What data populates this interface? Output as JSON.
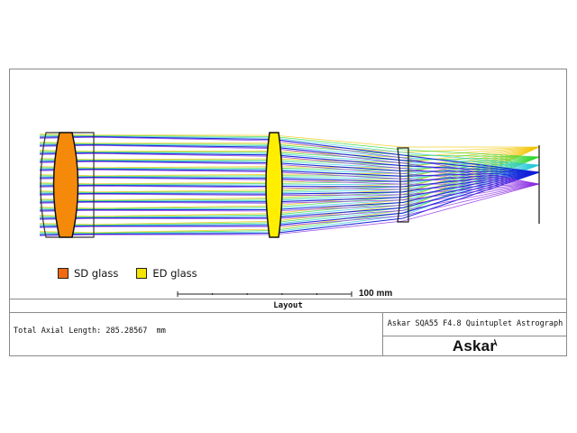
{
  "diagram": {
    "title": "Layout",
    "system_name": "Askar SQA55 F4.8 Quintuplet Astrograph",
    "total_axial_length_label": "Total Axial Length:",
    "total_axial_length_value": "285.28567",
    "total_axial_length_unit": "mm",
    "scale_bar_label": "100 mm",
    "brand_logo_text": "Askar",
    "legend": [
      {
        "label": "SD glass",
        "color": "#f26a10"
      },
      {
        "label": "ED glass",
        "color": "#f5e400"
      }
    ],
    "elements": [
      {
        "name": "front-doublet-group",
        "glass": "SD glass",
        "fill": "#f58a0a"
      },
      {
        "name": "middle-ed-lens",
        "glass": "ED glass",
        "fill": "#ffee00"
      },
      {
        "name": "field-flattener",
        "glass": "",
        "fill": "#ffffff"
      },
      {
        "name": "focal-plane",
        "glass": "",
        "fill": "none"
      }
    ],
    "field_colors": [
      "#f2c400",
      "#2ed62e",
      "#22c8d8",
      "#1020d8",
      "#8a2be2"
    ]
  }
}
